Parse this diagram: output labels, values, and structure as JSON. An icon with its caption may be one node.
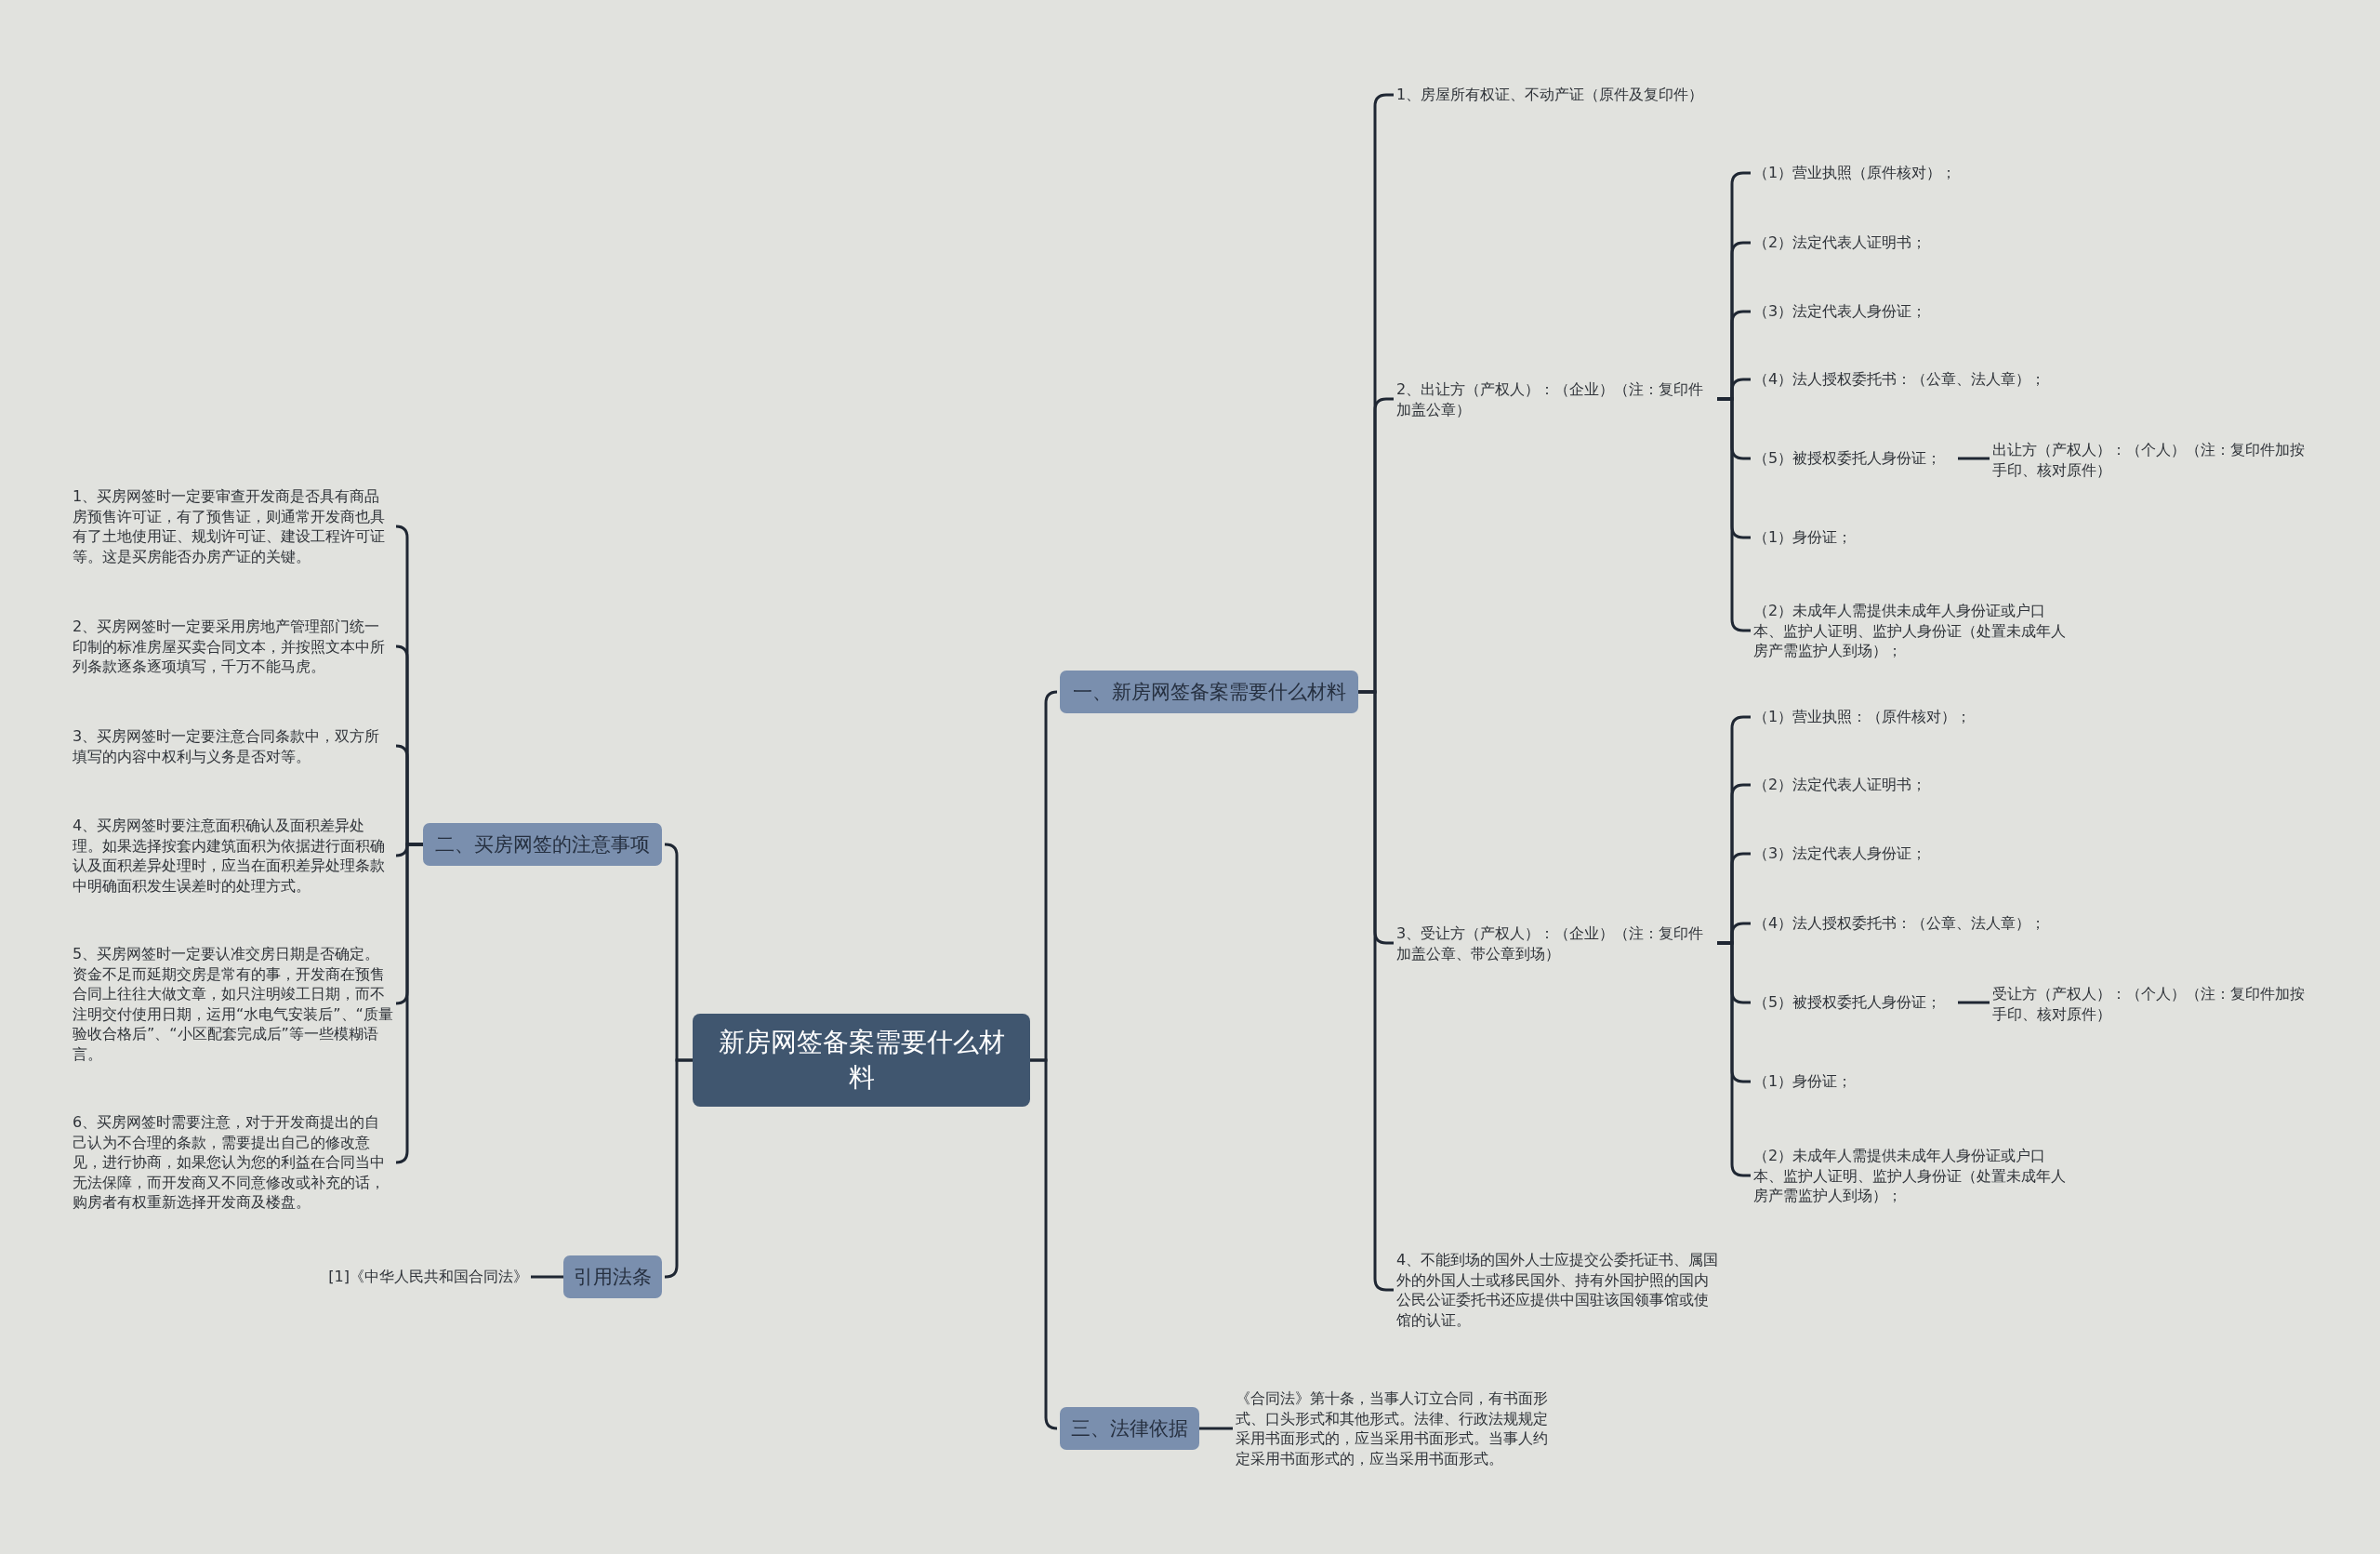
{
  "diagram": {
    "nodes": [
      {
        "text": [
          "新房网签备案需要什么材料"
        ]
      },
      {
        "text": [
          "一、新房网签备案需要什么材料"
        ]
      },
      {
        "text": [
          "1、房屋所有权证、不动产证（原件及复印件）"
        ]
      },
      {
        "text": [
          "2、出让方（产权人）：（企业）（注：复印件加盖公章）"
        ]
      },
      {
        "text": [
          "（1）营业执照（原件核对）；"
        ]
      },
      {
        "text": [
          "（2）法定代表人证明书；"
        ]
      },
      {
        "text": [
          "（3）法定代表人身份证；"
        ]
      },
      {
        "text": [
          "（4）法人授权委托书：（公章、法人章）；"
        ]
      },
      {
        "text": [
          "（5）被授权委托人身份证；"
        ]
      },
      {
        "text": [
          "出让方（产权人）：（个人）（注：复印件加按手印、核对原件）"
        ]
      },
      {
        "text": [
          "（1）身份证；"
        ]
      },
      {
        "text": [
          "（2）未成年人需提供未成年人身份证或户口本、监护人证明、监护人身份证（处置未成年人房产需监护人到场）；"
        ]
      },
      {
        "text": [
          "3、受让方（产权人）：（企业）（注：复印件加盖公章、带公章到场）"
        ]
      },
      {
        "text": [
          "（1）营业执照：（原件核对）；"
        ]
      },
      {
        "text": [
          "（2）法定代表人证明书；"
        ]
      },
      {
        "text": [
          "（3）法定代表人身份证；"
        ]
      },
      {
        "text": [
          "（4）法人授权委托书：（公章、法人章）；"
        ]
      },
      {
        "text": [
          "（5）被授权委托人身份证；"
        ]
      },
      {
        "text": [
          "受让方（产权人）：（个人）（注：复印件加按手印、核对原件）"
        ]
      },
      {
        "text": [
          "（1）身份证；"
        ]
      },
      {
        "text": [
          "（2）未成年人需提供未成年人身份证或户口本、监护人证明、监护人身份证（处置未成年人房产需监护人到场）；"
        ]
      },
      {
        "text": [
          "4、不能到场的国外人士应提交公委托证书、属国外的外国人士或移民国外、持有外国护照的国内公民公证委托书还应提供中国驻该国领事馆或使馆的认证。"
        ]
      },
      {
        "text": [
          "三、法律依据"
        ]
      },
      {
        "text": [
          "《合同法》第十条，当事人订立合同，有书面形式、口头形式和其他形式。法律、行政法规规定采用书面形式的，应当采用书面形式。当事人约定采用书面形式的，应当采用书面形式。"
        ]
      },
      {
        "text": [
          "二、买房网签的注意事项"
        ]
      },
      {
        "text": [
          "1、买房网签时一定要审查开发商是否具有商品房预售许可证，有了预售证，则通常开发商也具有了土地使用证、规划许可证、建设工程许可证等。这是买房能否办房产证的关键。"
        ]
      },
      {
        "text": [
          "2、买房网签时一定要采用房地产管理部门统一印制的标准房屋买卖合同文本，并按照文本中所列条款逐条逐项填写，千万不能马虎。"
        ]
      },
      {
        "text": [
          "3、买房网签时一定要注意合同条款中，双方所填写的内容中权利与义务是否对等。"
        ]
      },
      {
        "text": [
          "4、买房网签时要注意面积确认及面积差异处理。如果选择按套内建筑面积为依据进行面积确认及面积差异处理时，应当在面积差异处理条款中明确面积发生误差时的处理方式。"
        ]
      },
      {
        "text": [
          "5、买房网签时一定要认准交房日期是否确定。资金不足而延期交房是常有的事，开发商在预售合同上往往大做文章，如只注明竣工日期，而不注明交付使用日期，运用“水电气安装后”、“质量验收合格后”、“小区配套完成后”等一些模糊语言。"
        ]
      },
      {
        "text": [
          "6、买房网签时需要注意，对于开发商提出的自己认为不合理的条款，需要提出自己的修改意见，进行协商，如果您认为您的利益在合同当中无法保障，而开发商又不同意修改或补充的话，购房者有权重新选择开发商及楼盘。"
        ]
      },
      {
        "text": [
          "引用法条"
        ]
      },
      {
        "text": [
          "[1]《中华人民共和国合同法》"
        ]
      }
    ],
    "edges": [
      {
        "from": 0,
        "to": 1,
        "arrow": "none"
      },
      {
        "from": 0,
        "to": 22,
        "arrow": "none"
      },
      {
        "from": 0,
        "to": 24,
        "arrow": "none"
      },
      {
        "from": 0,
        "to": 31,
        "arrow": "none"
      },
      {
        "from": 1,
        "to": 2,
        "arrow": "none"
      },
      {
        "from": 1,
        "to": 3,
        "arrow": "none"
      },
      {
        "from": 1,
        "to": 12,
        "arrow": "none"
      },
      {
        "from": 1,
        "to": 21,
        "arrow": "none"
      },
      {
        "from": 3,
        "to": 4,
        "arrow": "none"
      },
      {
        "from": 3,
        "to": 5,
        "arrow": "none"
      },
      {
        "from": 3,
        "to": 6,
        "arrow": "none"
      },
      {
        "from": 3,
        "to": 7,
        "arrow": "none"
      },
      {
        "from": 3,
        "to": 8,
        "arrow": "none"
      },
      {
        "from": 3,
        "to": 10,
        "arrow": "none"
      },
      {
        "from": 3,
        "to": 11,
        "arrow": "none"
      },
      {
        "from": 8,
        "to": 9,
        "arrow": "none"
      },
      {
        "from": 12,
        "to": 13,
        "arrow": "none"
      },
      {
        "from": 12,
        "to": 14,
        "arrow": "none"
      },
      {
        "from": 12,
        "to": 15,
        "arrow": "none"
      },
      {
        "from": 12,
        "to": 16,
        "arrow": "none"
      },
      {
        "from": 12,
        "to": 17,
        "arrow": "none"
      },
      {
        "from": 12,
        "to": 19,
        "arrow": "none"
      },
      {
        "from": 12,
        "to": 20,
        "arrow": "none"
      },
      {
        "from": 17,
        "to": 18,
        "arrow": "none"
      },
      {
        "from": 22,
        "to": 23,
        "arrow": "none"
      },
      {
        "from": 24,
        "to": 25,
        "arrow": "none"
      },
      {
        "from": 24,
        "to": 26,
        "arrow": "none"
      },
      {
        "from": 24,
        "to": 27,
        "arrow": "none"
      },
      {
        "from": 24,
        "to": 28,
        "arrow": "none"
      },
      {
        "from": 24,
        "to": 29,
        "arrow": "none"
      },
      {
        "from": 24,
        "to": 30,
        "arrow": "none"
      },
      {
        "from": 31,
        "to": 32,
        "arrow": "none"
      }
    ]
  }
}
